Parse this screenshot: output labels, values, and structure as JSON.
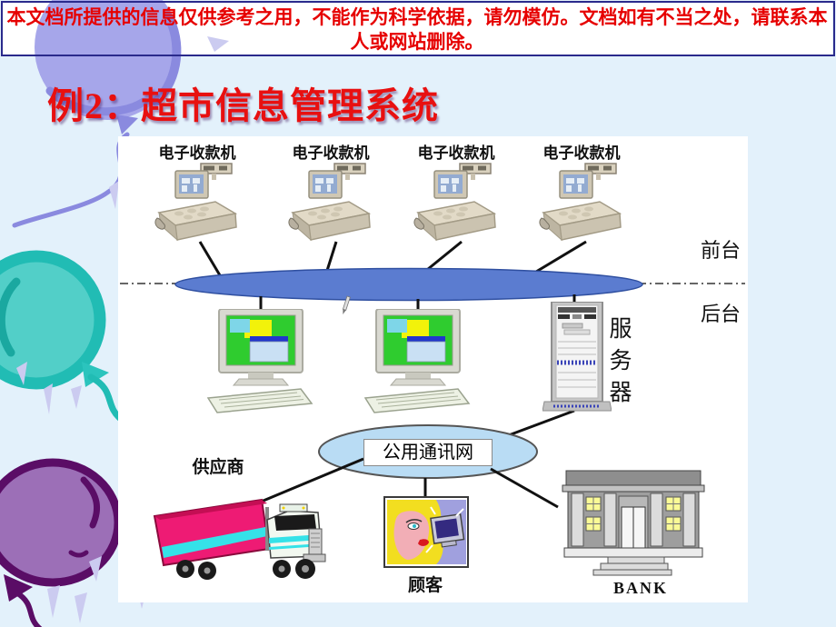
{
  "banner": {
    "text": "本文档所提供的信息仅供参考之用，不能作为科学依据，请勿模仿。文档如有不当之处，请联系本人或网站删除。"
  },
  "title": "例2：超市信息管理系统",
  "diagram": {
    "register_labels": [
      "电子收款机",
      "电子收款机",
      "电子收款机",
      "电子收款机"
    ],
    "zone_front": "前台",
    "zone_back": "后台",
    "server": "服务器",
    "network": "公用通讯网",
    "supplier": "供应商",
    "customer": "顾客",
    "bank": "BANK"
  },
  "icons": [
    "cash-register-icon",
    "workstation-icon",
    "server-rack-icon",
    "truck-icon",
    "customer-icon",
    "bank-icon",
    "pencil-cursor-icon",
    "balloon-decoration",
    "confetti-decoration"
  ],
  "colors": {
    "page_bg": "#E3F1FB",
    "banner_text": "#E60000",
    "banner_border": "#2A2A8C",
    "title_text": "#E81010",
    "zone_label": "#F0689C",
    "lan_bus_fill": "#5B7CD0",
    "network_cloud_fill": "#B9DCF4",
    "balloon_periwinkle": "#A6A6EA",
    "balloon_teal": "#52CFC8",
    "balloon_purple": "#9C6FB7"
  }
}
